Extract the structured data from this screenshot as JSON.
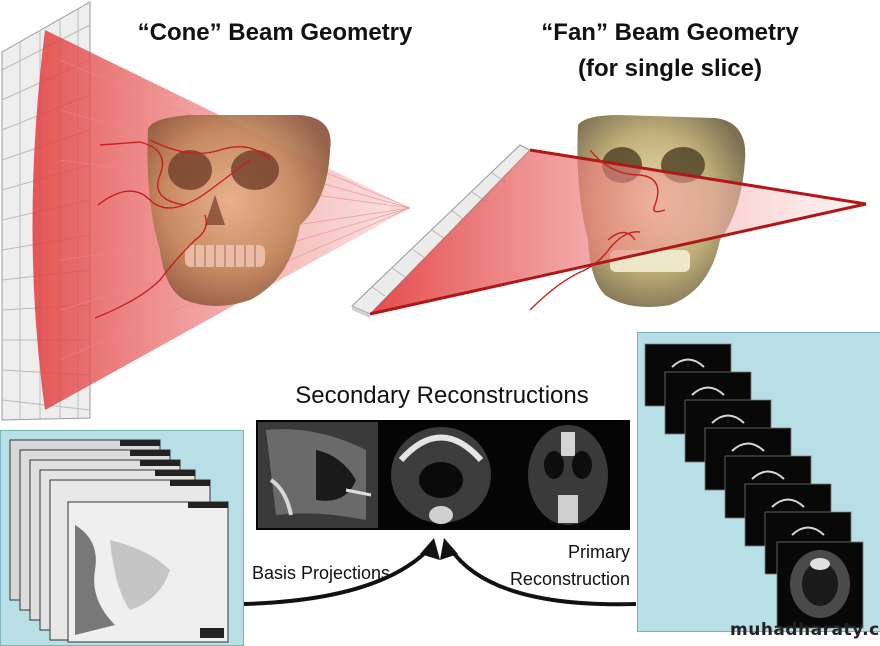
{
  "titles": {
    "cone": "“Cone” Beam Geometry",
    "fan_line1": "“Fan” Beam Geometry",
    "fan_line2": "(for single slice)",
    "secondary": "Secondary Reconstructions"
  },
  "labels": {
    "basis": "Basis Projections",
    "primary_line1": "Primary",
    "primary_line2": "Reconstruction"
  },
  "watermark": "muhadharaty.com",
  "colors": {
    "beam_red": "#d42020",
    "panel_blue": "#b9dfe6",
    "bone": "#c9b77a"
  },
  "icons": {
    "left_arrow": "curved-arrow-icon",
    "right_arrow": "curved-arrow-icon"
  }
}
